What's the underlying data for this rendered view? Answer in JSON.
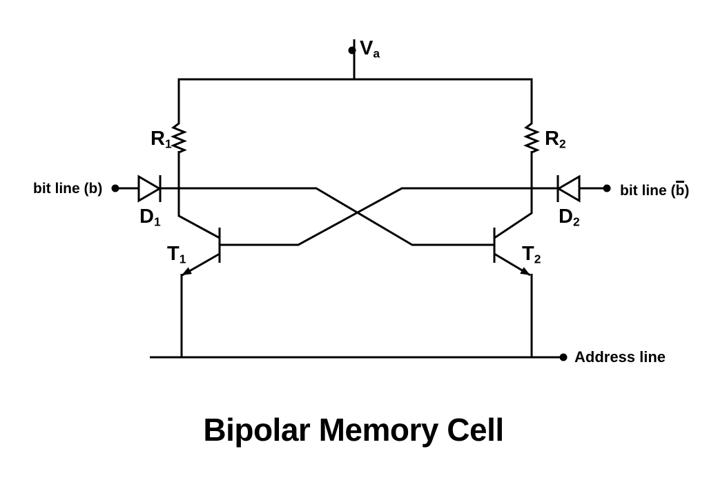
{
  "title": "Bipolar Memory Cell",
  "colors": {
    "wire": "#000000",
    "background": "#ffffff",
    "text": "#000000"
  },
  "labels": {
    "supply": {
      "base": "V",
      "sub": "a"
    },
    "r1": {
      "base": "R",
      "sub": "1"
    },
    "r2": {
      "base": "R",
      "sub": "2"
    },
    "d1": {
      "base": "D",
      "sub": "1"
    },
    "d2": {
      "base": "D",
      "sub": "2"
    },
    "t1": {
      "base": "T",
      "sub": "1"
    },
    "t2": {
      "base": "T",
      "sub": "2"
    },
    "bit_line_left": "bit line (b)",
    "bit_line_right": {
      "prefix": "bit line (",
      "overbar": "b",
      "suffix": ")"
    },
    "address_line": "Address line"
  }
}
